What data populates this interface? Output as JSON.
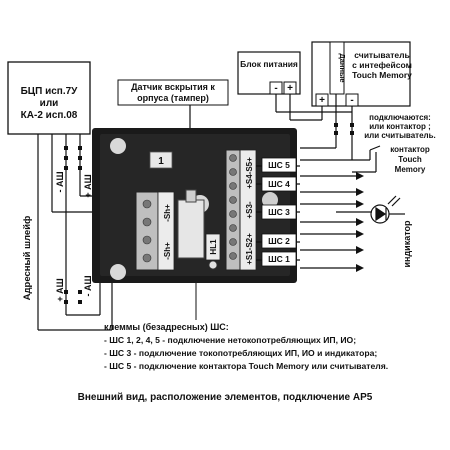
{
  "controller_box": {
    "line1": "БЦП исп.7У",
    "line2": "или",
    "line3": "КА-2 исп.08"
  },
  "address_loop_label": "Адресный шлейф",
  "bus_labels": {
    "top_plus": "+ АШ",
    "top_minus": "- АШ",
    "bottom_plus": "+ АШ",
    "bottom_minus": "- АШ"
  },
  "tamper_label": {
    "line1": "Датчик вскрытия к",
    "line2": "орпуса (тампер)"
  },
  "power_supply": {
    "label": "Блок питания",
    "minus": "-",
    "plus": "+"
  },
  "reader": {
    "line1": "считыватель",
    "line2": "с интефейсом",
    "line3": "Touch Memory",
    "data_label": "Данные",
    "plus": "+",
    "minus": "-"
  },
  "connect_note": {
    "line1": "подключаются:",
    "line2": "или контактор ;",
    "line3": "или считыватель."
  },
  "contactor": {
    "line1": "контактор",
    "line2": "Touch",
    "line3": "Memory"
  },
  "indicator_label": "индикатор",
  "board": {
    "left_terminals": [
      "-Sh+",
      "-Sh+"
    ],
    "hl_label": "HL1",
    "right_terminals": [
      "+S4-S5+",
      "+S3-",
      "+S1-S2+"
    ],
    "tag": "1"
  },
  "loops": [
    "ШС 5",
    "ШС 4",
    "ШС 3",
    "ШС 2",
    "ШС 1"
  ],
  "legend": {
    "title": "клеммы (безадресных) ШС:",
    "lines": [
      "- ШС 1, 2, 4, 5 - подключение нетокопотребляющих ИП, ИО;",
      "- ШС 3 - подключение токопотребляющих ИП, ИО и индикатора;",
      "- ШС 5 - подключение контактора Touch Memory или считывателя."
    ]
  },
  "caption": "Внешний вид, расположение элементов, подключение АР5",
  "colors": {
    "board": "#1a1a1a",
    "line": "#111111",
    "paper": "#ffffff"
  }
}
